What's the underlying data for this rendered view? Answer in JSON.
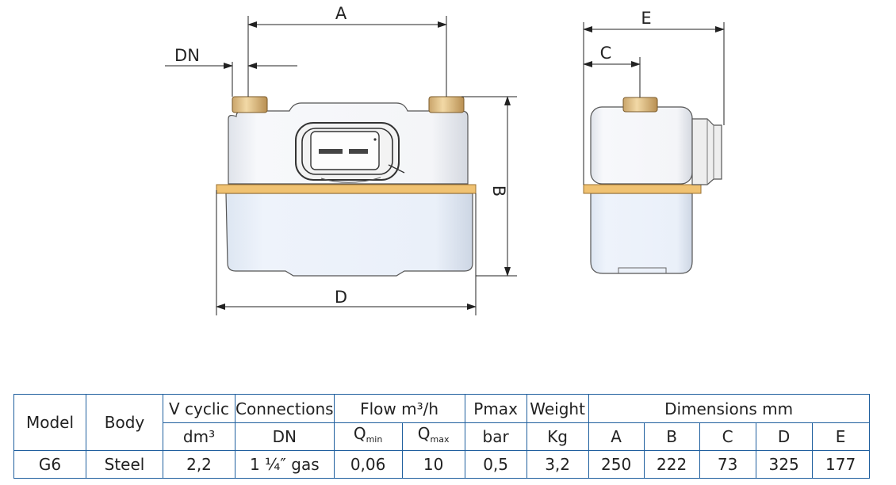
{
  "drawing": {
    "dim_labels": {
      "A": "A",
      "B": "B",
      "C": "C",
      "D": "D",
      "E": "E",
      "DN": "DN"
    }
  },
  "table": {
    "header1": {
      "model": "Model",
      "body": "Body",
      "v_cyclic": "V cyclic",
      "connections": "Connections",
      "flow": "Flow m³/h",
      "pmax": "Pmax",
      "weight": "Weight",
      "dimensions": "Dimensions mm"
    },
    "header2": {
      "v_unit": "dm³",
      "conn_unit": "DN",
      "qmin_q": "Q",
      "qmin_sub": "min",
      "qmax_q": "Q",
      "qmax_sub": "max",
      "pmax_unit": "bar",
      "weight_unit": "Kg",
      "dim_a": "A",
      "dim_b": "B",
      "dim_c": "C",
      "dim_d": "D",
      "dim_e": "E"
    },
    "row": {
      "model": "G6",
      "body": "Steel",
      "v_cyclic": "2,2",
      "connections": "1 ¼″ gas",
      "qmin": "0,06",
      "qmax": "10",
      "pmax": "0,5",
      "weight": "3,2",
      "a": "250",
      "b": "222",
      "c": "73",
      "d": "325",
      "e": "177"
    }
  }
}
